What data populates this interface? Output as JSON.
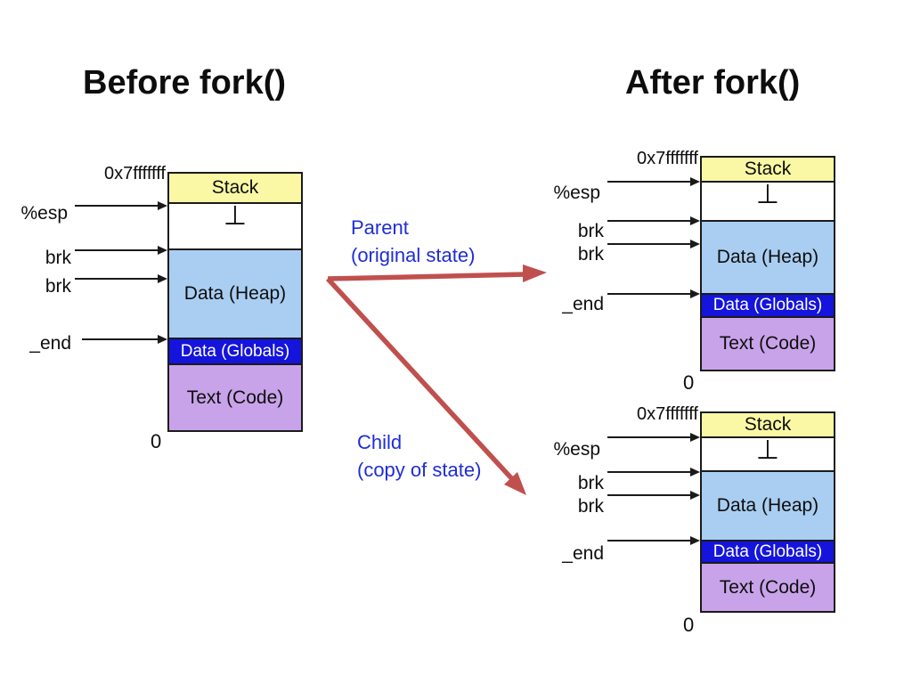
{
  "slide": {
    "title_left": "Before fork()",
    "title_right": "After fork()"
  },
  "memory_diagram": {
    "top_address": "0x7fffffff",
    "bottom_address": "0",
    "esp_label": "%esp",
    "brk_label_1": "brk",
    "brk_label_2": "brk",
    "end_label": "_end",
    "stack_pointer_symbol": "⊥",
    "segments": {
      "stack": "Stack",
      "heap": "Data (Heap)",
      "globals": "Data (Globals)",
      "code": "Text (Code)"
    }
  },
  "annotations": {
    "parent_line1": "Parent",
    "parent_line2": "(original state)",
    "child_line1": "Child",
    "child_line2": "(copy of state)"
  },
  "colors": {
    "stack_fill": "#FAF8A4",
    "heap_fill": "#A9CEF2",
    "globals_fill": "#1414DC",
    "code_fill": "#C9A3E9",
    "annotation_text": "#1F2DD6",
    "fork_arrow": "#C0504D",
    "outline": "#1a1a1a"
  }
}
